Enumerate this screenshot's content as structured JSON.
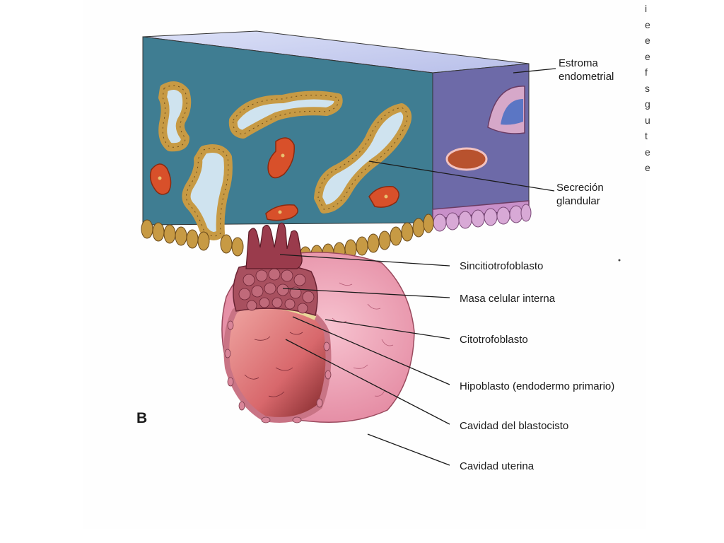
{
  "figure": {
    "panel_letter": "B",
    "labels": {
      "estroma_line1": "Estroma",
      "estroma_line2": "endometrial",
      "secrecion_line1": "Secreción",
      "secrecion_line2": "glandular",
      "sincitiotrofoblasto": "Sincitiotrofoblasto",
      "masa_celular": "Masa celular interna",
      "citotrofoblasto": "Citotrofoblasto",
      "hipoblasto": "Hipoblasto (endodermo primario)",
      "cavidad_blastocisto": "Cavidad del blastocisto",
      "cavidad_uterina": "Cavidad uterina"
    },
    "cut_off_text": [
      "i",
      "e",
      "e",
      "e",
      "f",
      "s",
      "g",
      "u",
      "t",
      "e",
      "e"
    ]
  },
  "colors": {
    "stroma_front": "#3f7d92",
    "stroma_top": "#c7cff0",
    "stroma_side": "#6d6aa8",
    "gland_wall": "#c79a44",
    "gland_lumen": "#cfe3ef",
    "vessel": "#d8502a",
    "blastocyst_outer": "#f1a3b6",
    "blastocyst_inner": "#e58d8f",
    "cytotrophoblast": "#c97485",
    "inner_cell_mass": "#a8505f",
    "hypoblast": "#e9d79a"
  }
}
